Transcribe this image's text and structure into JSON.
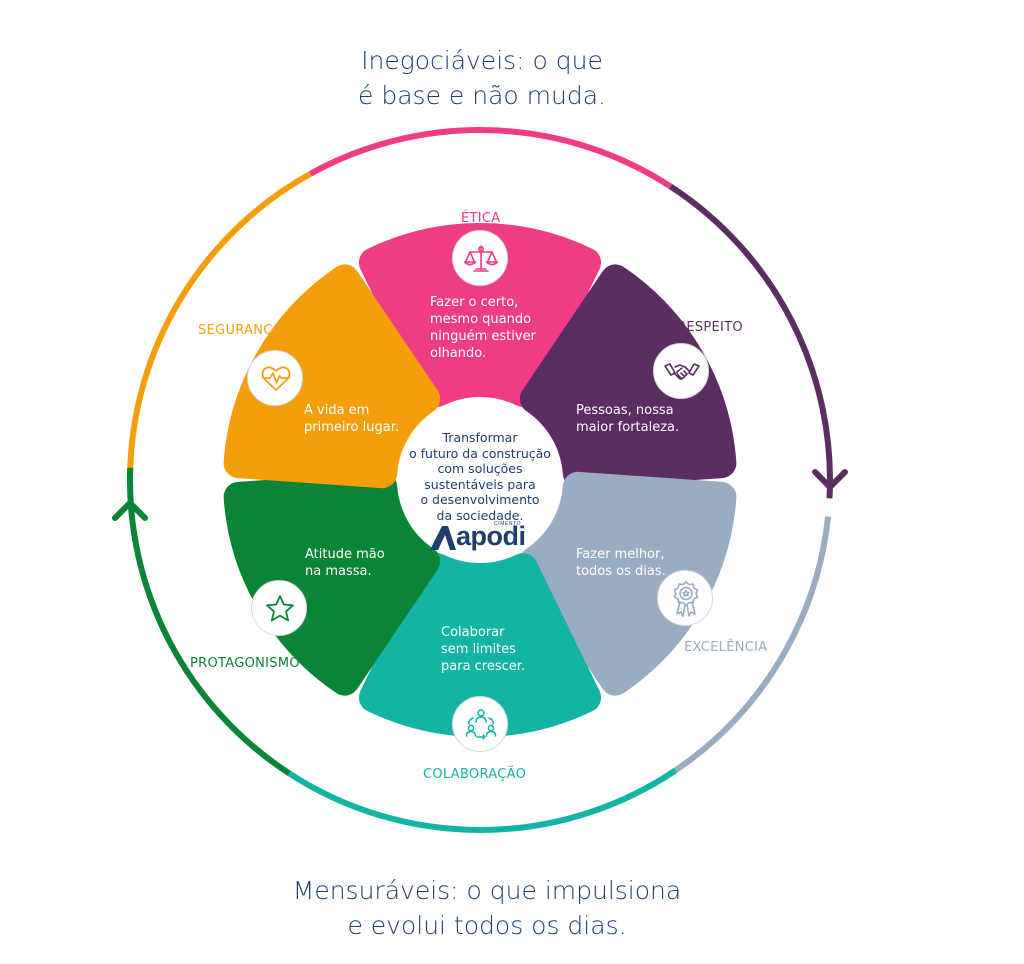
{
  "headings": {
    "top": [
      "Inegociáveis: o que",
      "é base e não muda."
    ],
    "bottom": [
      "Mensuráveis: o que impulsiona",
      "e evolui todos os dias."
    ]
  },
  "center": {
    "text": [
      "Transformar",
      "o futuro da construção",
      "com soluções",
      "sustentáveis para",
      "o desenvolvimento",
      "da sociedade."
    ],
    "logo": {
      "word": "apodi",
      "sub": "CIMENTO"
    }
  },
  "values": [
    {
      "key": "etica",
      "name": "ÉTICA",
      "text": [
        "Fazer o certo,",
        "mesmo quando",
        "ninguém estiver",
        "olhando."
      ],
      "color": "#f03c82",
      "icon": "scale-icon"
    },
    {
      "key": "respeito",
      "name": "RESPEITO",
      "text": [
        "Pessoas, nossa",
        "maior fortaleza."
      ],
      "color": "#5c2d63",
      "icon": "handshake-icon"
    },
    {
      "key": "excelencia",
      "name": "EXCELÊNCIA",
      "text": [
        "Fazer melhor,",
        "todos os dias."
      ],
      "color": "#99acc2",
      "icon": "award-icon"
    },
    {
      "key": "colaboracao",
      "name": "COLABORAÇÃO",
      "text": [
        "Colaborar",
        "sem limites",
        "para crescer."
      ],
      "color": "#14b4a4",
      "icon": "team-icon"
    },
    {
      "key": "protagonismo",
      "name": "PROTAGONISMO",
      "text": [
        "Atitude mão",
        "na massa."
      ],
      "color": "#0a8437",
      "icon": "star-icon"
    },
    {
      "key": "seguranca",
      "name": "SEGURANÇA",
      "text": [
        "A vida em",
        "primeiro lugar."
      ],
      "color": "#f59e0b",
      "icon": "heart-pulse-icon"
    }
  ],
  "colors": {
    "heading": "#1e3f6e",
    "ring_top": [
      "#f59e0b",
      "#f03c82",
      "#5c2d63"
    ],
    "ring_bottom": [
      "#99acc2",
      "#14b4a4",
      "#0a8437"
    ]
  }
}
